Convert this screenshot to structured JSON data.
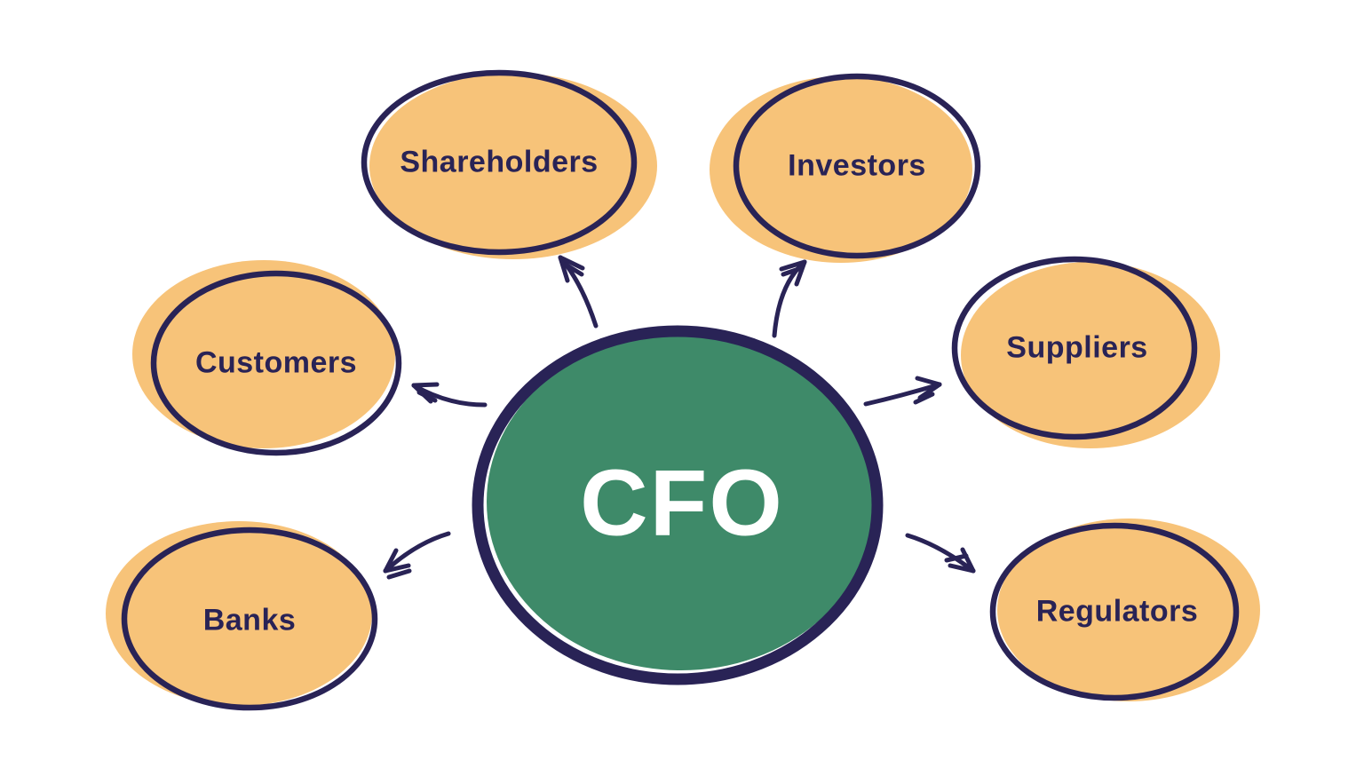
{
  "center": {
    "label": "CFO"
  },
  "nodes": [
    {
      "id": "shareholders",
      "label": "Shareholders"
    },
    {
      "id": "investors",
      "label": "Investors"
    },
    {
      "id": "customers",
      "label": "Customers"
    },
    {
      "id": "suppliers",
      "label": "Suppliers"
    },
    {
      "id": "banks",
      "label": "Banks"
    },
    {
      "id": "regulators",
      "label": "Regulators"
    }
  ],
  "edges": [
    {
      "from": "CFO",
      "to": "Shareholders"
    },
    {
      "from": "CFO",
      "to": "Investors"
    },
    {
      "from": "CFO",
      "to": "Customers"
    },
    {
      "from": "CFO",
      "to": "Suppliers"
    },
    {
      "from": "CFO",
      "to": "Banks"
    },
    {
      "from": "CFO",
      "to": "Regulators"
    }
  ],
  "colors": {
    "background": "#ffffff",
    "outline": "#292356",
    "node-fill": "#f7c379",
    "center-fill": "#3e8a69",
    "center-text": "#ffffff",
    "label-text": "#292356"
  }
}
